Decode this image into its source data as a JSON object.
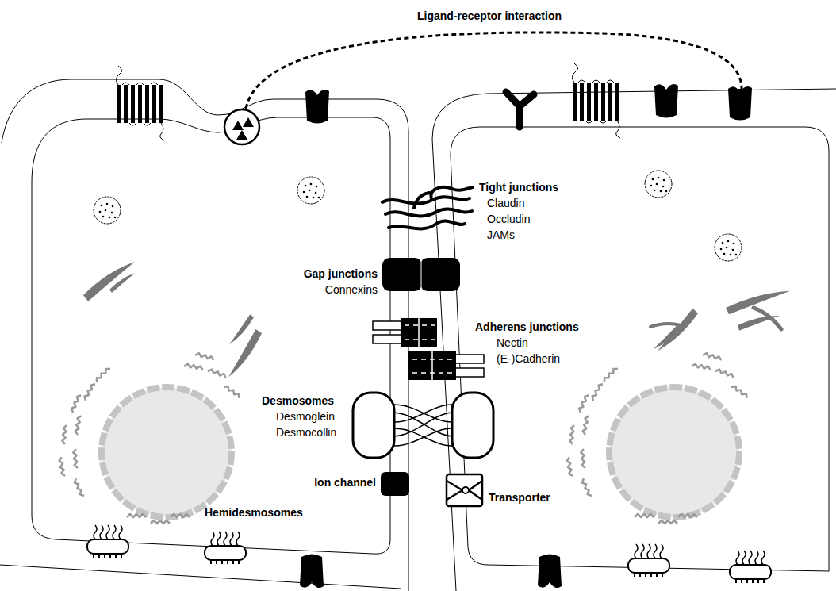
{
  "diagram": {
    "labels": [
      "Ligand-receptor interaction",
      "Tight junctions",
      "Claudin",
      "Occludin",
      "JAMs",
      "Gap junctions",
      "Connexins",
      "Adherens junctions",
      "Nectin",
      "(E-)Cadherin",
      "Desmosomes",
      "Desmoglein",
      "Desmocollin",
      "Ion channel",
      "Transporter",
      "Hemidesmosomes"
    ]
  }
}
